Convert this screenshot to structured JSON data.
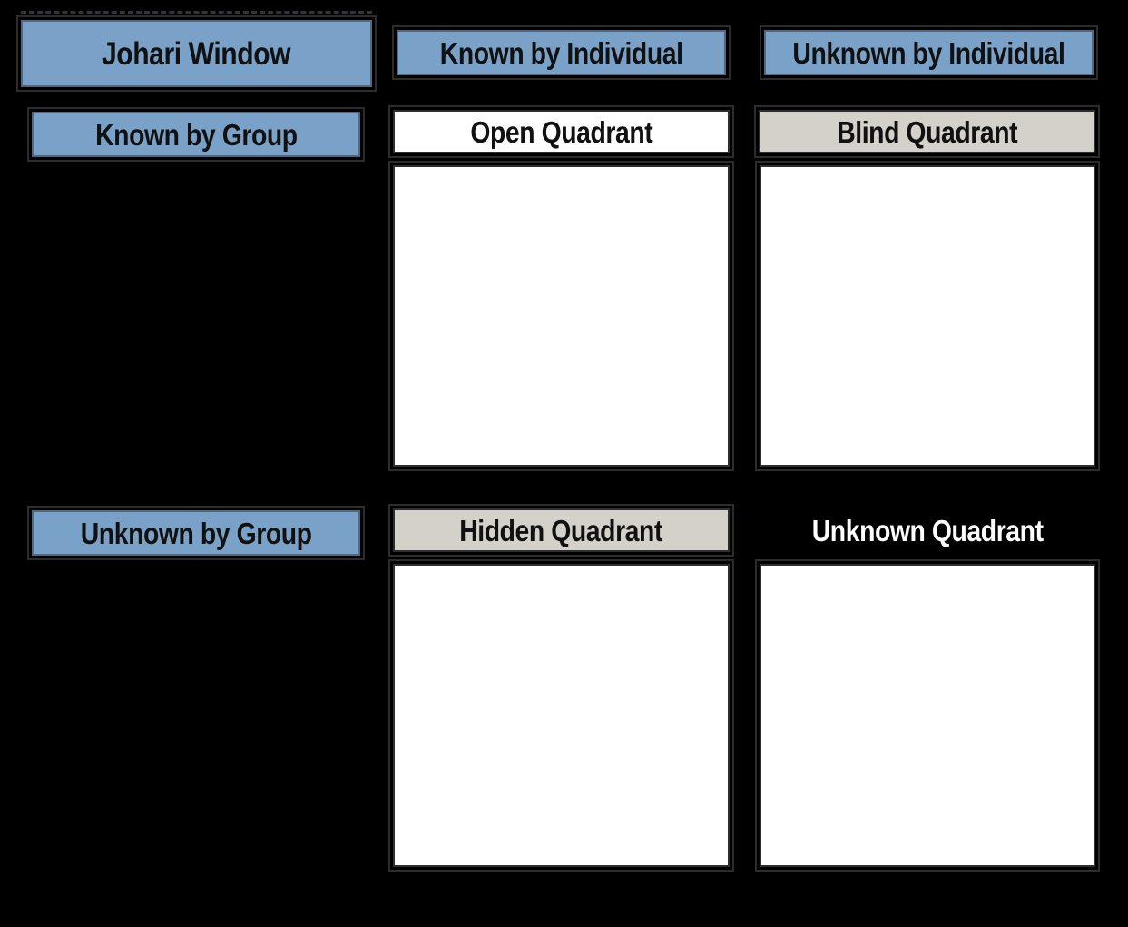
{
  "title": "Johari Window",
  "columns": [
    {
      "label": "Known by Individual"
    },
    {
      "label": "Unknown by Individual"
    }
  ],
  "rows": [
    {
      "label": "Known by Group"
    },
    {
      "label": "Unknown by Group"
    }
  ],
  "quadrants": {
    "open": {
      "label": "Open Quadrant",
      "content": ""
    },
    "blind": {
      "label": "Blind Quadrant",
      "content": ""
    },
    "hidden": {
      "label": "Hidden Quadrant",
      "content": ""
    },
    "unknown": {
      "label": "Unknown Quadrant",
      "content": ""
    }
  },
  "colors": {
    "header_blue": "#7AA2C9",
    "quadrant_tan": "#D4D1CA",
    "cell_white": "#FFFFFF",
    "background": "#000000",
    "text_dark": "#111111",
    "text_light": "#FFFFFF"
  }
}
